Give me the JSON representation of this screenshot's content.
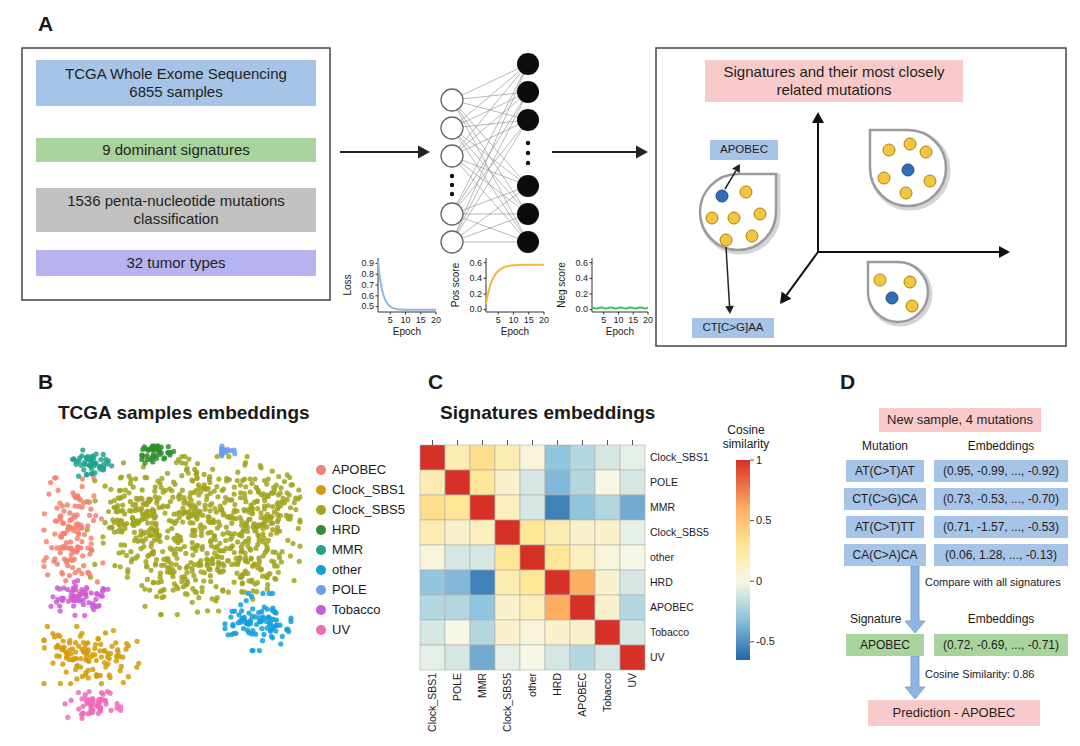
{
  "diagram": {
    "nodes": [
      {
        "text": [
          "TCGA Whole Exome Sequencing 6855 samples"
        ]
      },
      {
        "text": [
          "9 dominant signatures"
        ]
      },
      {
        "text": [
          "1536 penta-nucleotide mutations classification"
        ]
      },
      {
        "text": [
          "32 tumor types"
        ]
      },
      {
        "text": [
          "Signatures and their most closely related mutations"
        ]
      },
      {
        "text": [
          "APOBEC"
        ]
      },
      {
        "text": [
          "CT[C>G]AA"
        ]
      },
      {
        "text": [
          "New sample, 4 mutations"
        ]
      },
      {
        "text": [
          "AT(C>T)AT"
        ]
      },
      {
        "text": [
          "(0.95, -0.99, ..., -0.92)"
        ]
      },
      {
        "text": [
          "CT(C>G)CA"
        ]
      },
      {
        "text": [
          "(0.73, -0.53, ..., -0.70)"
        ]
      },
      {
        "text": [
          "AT(C>T)TT"
        ]
      },
      {
        "text": [
          "(0.71, -1.57, ..., -0.53)"
        ]
      },
      {
        "text": [
          "CA(C>A)CA"
        ]
      },
      {
        "text": [
          "(0.06, 1.28, ..., -0.13)"
        ]
      },
      {
        "text": [
          "APOBEC"
        ]
      },
      {
        "text": [
          "(0.72, -0.69, ..., -0.71)"
        ]
      },
      {
        "text": [
          "Prediction - APOBEC"
        ]
      }
    ],
    "edges": [
      {
        "from": 14,
        "to": 16,
        "arrow": "to",
        "label": "Compare with all signatures"
      },
      {
        "from": 16,
        "to": 18,
        "arrow": "to",
        "label": "Cosine Similarity: 0.86"
      }
    ],
    "labels": [
      "A",
      "B",
      "C",
      "D",
      "TCGA samples embeddings",
      "Signatures embeddings",
      "Loss",
      "0.9",
      "0.8",
      "0.7",
      "0.6",
      "0.5",
      "5",
      "10",
      "15",
      "20",
      "Epoch",
      "Pos score",
      "0.0",
      "0.2",
      "0.4",
      "0.6",
      "5",
      "10",
      "15",
      "20",
      "Epoch",
      "Neg score",
      "0.0",
      "0.2",
      "0.4",
      "0.6",
      "5",
      "10",
      "15",
      "20",
      "Epoch",
      "Cosine similarity",
      "1",
      "0.5",
      "0",
      "-0.5",
      "Clock_SBS1",
      "POLE",
      "MMR",
      "Clock_SBS5",
      "other",
      "HRD",
      "APOBEC",
      "Tobacco",
      "UV",
      "Clock_SBS1",
      "POLE",
      "MMR",
      "Clock_SBS5",
      "other",
      "HRD",
      "APOBEC",
      "Tobacco",
      "UV",
      "Mutation",
      "Embeddings",
      "Signature",
      "Embeddings"
    ],
    "legend": [
      {
        "text": "APOBEC",
        "color": "#f4806f"
      },
      {
        "text": "Clock_SBS1",
        "color": "#d69a0b"
      },
      {
        "text": "Clock_SBS5",
        "color": "#a2a51f"
      },
      {
        "text": "HRD",
        "color": "#2f8f2f"
      },
      {
        "text": "MMR",
        "color": "#1ea38c"
      },
      {
        "text": "other",
        "color": "#129fdc"
      },
      {
        "text": "POLE",
        "color": "#6b9cef"
      },
      {
        "text": "Tobacco",
        "color": "#cc5ad6"
      },
      {
        "text": "UV",
        "color": "#f06ab8"
      }
    ]
  }
}
